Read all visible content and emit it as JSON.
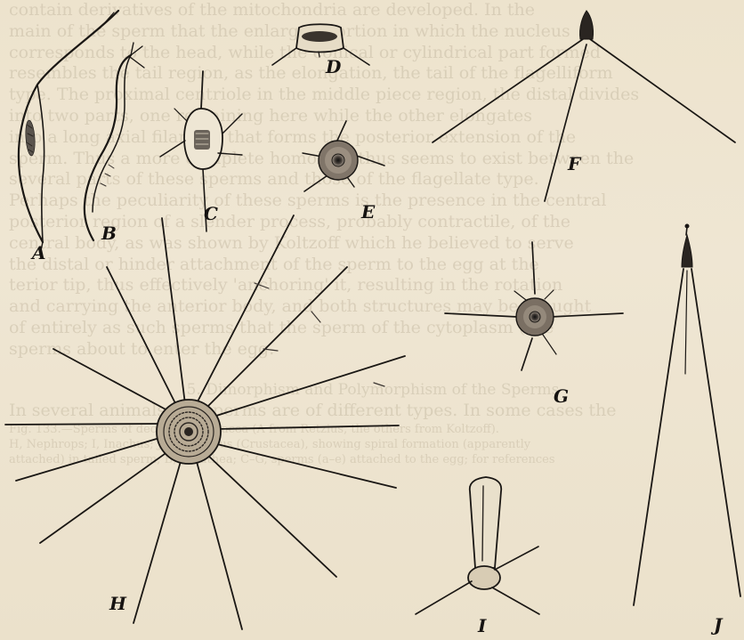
{
  "figure": {
    "labels": {
      "A": "A",
      "B": "B",
      "C": "C",
      "D": "D",
      "E": "E",
      "F": "F",
      "G": "G",
      "H": "H",
      "I": "I",
      "J": "J"
    }
  },
  "bleed_through": {
    "lines": [
      "contain derivatives of the mitochondria are developed. In the",
      "main of the sperm that the enlarged portion in which the nucleus",
      "corresponds to the head, while the conical or cylindrical part formed",
      "resembles the tail region, as the elongation, the tail of the flagelliform",
      "type. The proximal centriole in the middle piece region, the distal divides",
      "into two parts, one remaining here while the other elongates",
      "into a long axial filament that forms the posterior extension of the",
      "sperm. Thus a more complete homology thus seems to exist between the",
      "several parts of these sperms and those of the flagellate type.",
      "Perhaps the peculiarity of these sperms is the presence in the central",
      "posterior region of a slender process, probably contractile, of the",
      "central body, as was shown by Koltzoff which he believed to serve",
      "the distal or hinder attachment of the sperm to the egg at the",
      "terior tip, thus effectively 'anchoring' it, resulting in the rotation",
      "and carrying the anterior body, and both structures may be thought",
      "of entirely as such sperms that the sperm of the cytoplasm (see",
      "sperms about to enter the egg."
    ],
    "heading": "5. Dimorphism and Polymorphism of the Sperms",
    "after_heading": "In several animals the sperms are of different types. In some cases the",
    "caption_lines": [
      "Fig. 133.—Sperms of decapod Crustacea (A from Retzius, the others from Koltzoff).",
      "H, Nephrops; I, Inachus; J, Eupagurus (Crustacea), showing spiral formation (apparently",
      "attached) in tailed sperm; B, Galathea; C–G, sperms (a–e) attached to the egg; for references"
    ]
  }
}
